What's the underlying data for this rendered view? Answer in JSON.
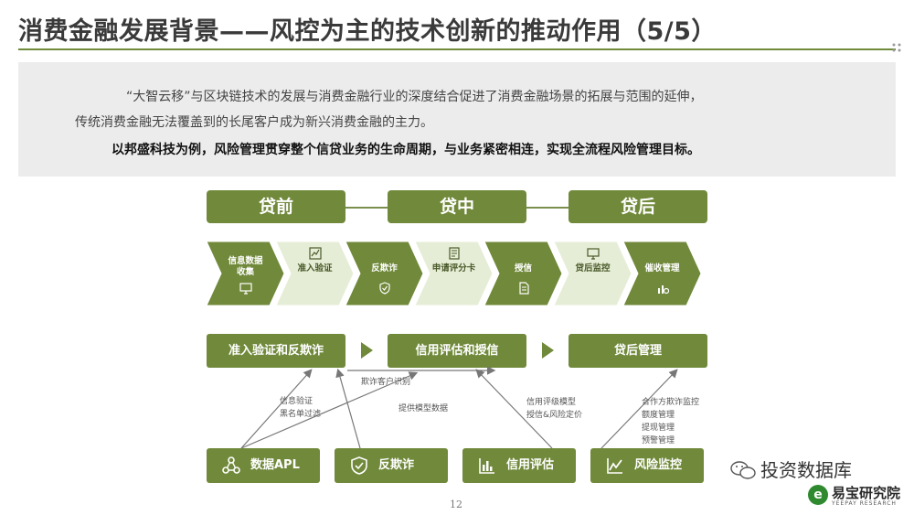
{
  "title": "消费金融发展背景——风控为主的技术创新的推动作用（5/5）",
  "intro": {
    "line1": "“大智云移”与区块链技术的发展与消费金融行业的深度结合促进了消费金融场景的拓展与范围的延伸，",
    "line2": "传统消费金融无法覆盖到的长尾客户成为新兴消费金融的主力。",
    "line3": "以邦盛科技为例，风险管理贯穿整个信贷业务的生命周期，与业务紧密相连，实现全流程风险管理目标。"
  },
  "phases": [
    "贷前",
    "贷中",
    "贷后"
  ],
  "steps": [
    {
      "label": "信息数据\n收集",
      "icon": "monitor-icon",
      "style": "dark"
    },
    {
      "label": "准入验证",
      "icon": "chart-icon",
      "style": "light"
    },
    {
      "label": "反欺诈",
      "icon": "shield-icon",
      "style": "dark"
    },
    {
      "label": "申请评分卡",
      "icon": "scorecard-icon",
      "style": "light"
    },
    {
      "label": "授信",
      "icon": "document-icon",
      "style": "dark"
    },
    {
      "label": "贷后监控",
      "icon": "monitor-icon",
      "style": "light"
    },
    {
      "label": "催收管理",
      "icon": "bars-icon",
      "style": "dark"
    }
  ],
  "stages": [
    "准入验证和反欺诈",
    "信用评估和授信",
    "贷后管理"
  ],
  "tools": [
    {
      "label": "数据APL",
      "icon": "network-icon"
    },
    {
      "label": "反欺诈",
      "icon": "shield-icon"
    },
    {
      "label": "信用评估",
      "icon": "bar-chart-icon"
    },
    {
      "label": "风险监控",
      "icon": "line-chart-icon"
    }
  ],
  "annotations": {
    "fraud_id": "欺诈客户识别",
    "info_verify": "信息验证\n黑名单过滤",
    "model_data": "提供模型数据",
    "credit_model": "信用评级模型\n授信&风险定价",
    "monitor_list": "合作方欺诈监控\n额度管理\n提现管理\n预警管理"
  },
  "page_number": "12",
  "watermark": "投资数据库",
  "logo": {
    "main": "易宝研究院",
    "sub": "YEEPAY RESEARCH",
    "mark": "e"
  },
  "colors": {
    "accent": "#70893a",
    "light_step": "#e6edd6",
    "intro_bg": "#ececec"
  }
}
